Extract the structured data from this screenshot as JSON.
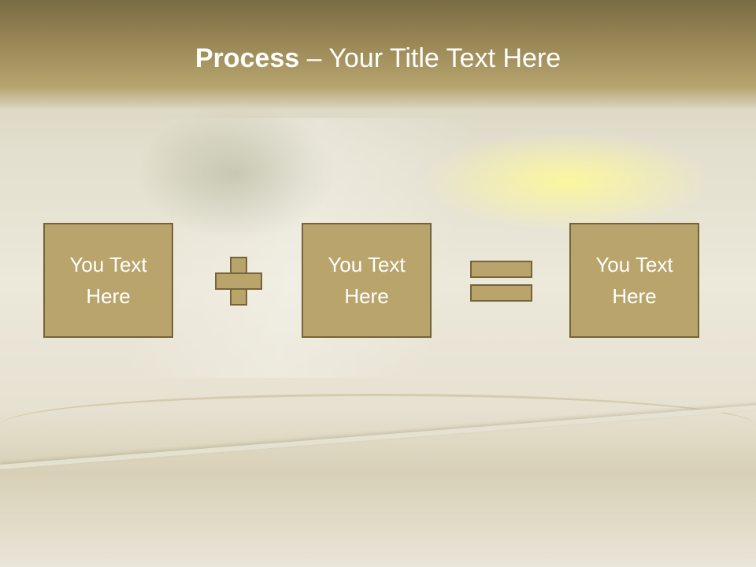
{
  "slide": {
    "title_bold": "Process",
    "title_rest": " – Your Title Text Here",
    "boxes": [
      {
        "text": "You Text Here"
      },
      {
        "text": "You Text Here"
      },
      {
        "text": "You Text Here"
      }
    ],
    "operators": [
      "plus-icon",
      "equals-icon"
    ],
    "colors": {
      "box_fill": "#b9a46c",
      "box_border": "#75643a",
      "title_band": "#9c8a58",
      "text": "#ffffff"
    }
  }
}
